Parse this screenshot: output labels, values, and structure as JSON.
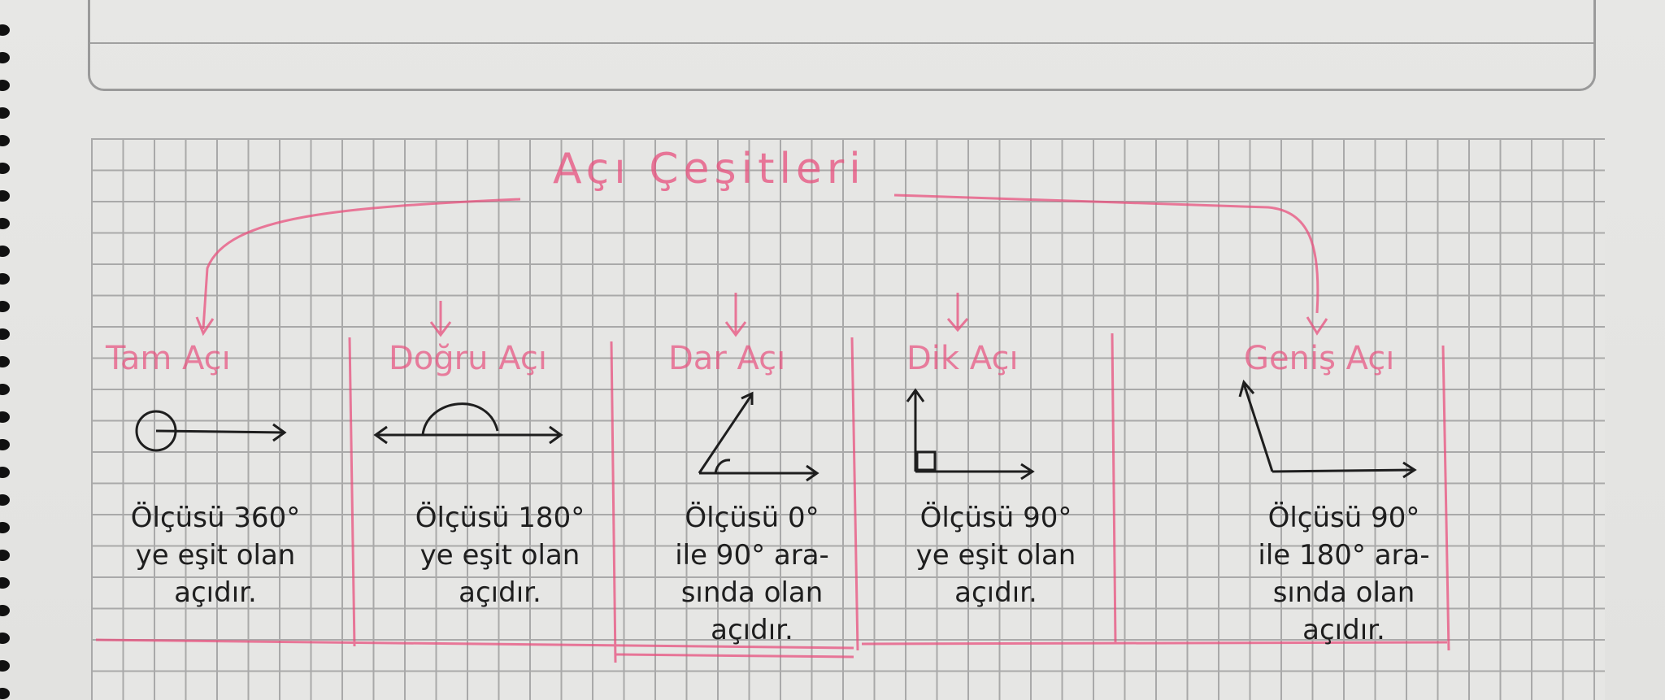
{
  "title": "Açı Çeşitleri",
  "columns": [
    {
      "name": "Tam Açı",
      "lines": [
        "Ölçüsü 360°",
        "ye eşit olan",
        "açıdır."
      ]
    },
    {
      "name": "Doğru Açı",
      "lines": [
        "Ölçüsü 180°",
        "ye eşit olan",
        "açıdır."
      ]
    },
    {
      "name": "Dar Açı",
      "lines": [
        "Ölçüsü 0°",
        "ile 90° ara-",
        "sında olan",
        "açıdır."
      ]
    },
    {
      "name": "Dik Açı",
      "lines": [
        "Ölçüsü 90°",
        "ye eşit olan",
        "açıdır."
      ]
    },
    {
      "name": "Geniş Açı",
      "lines": [
        "Ölçüsü 90°",
        "ile 180° ara-",
        "sında olan",
        "açıdır."
      ]
    }
  ],
  "colors": {
    "pink_ink": "#e8507e",
    "pencil": "#1e1e1e",
    "grid": "#a9a9a9"
  }
}
